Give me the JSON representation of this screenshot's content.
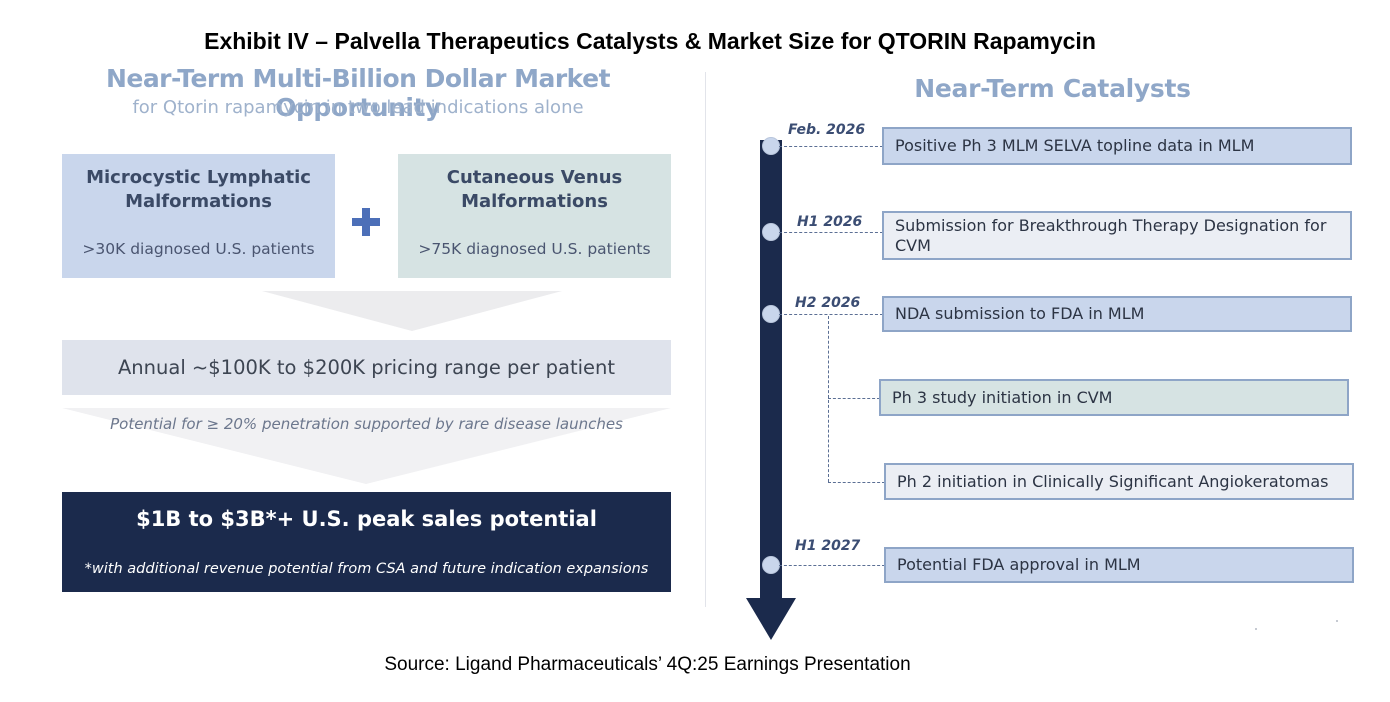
{
  "exhibit_title": "Exhibit IV – Palvella Therapeutics Catalysts & Market Size for QTORIN Rapamycin",
  "market": {
    "title": "Near-Term Multi-Billion Dollar Market Opportunity",
    "subtitle": "for Qtorin rapamycin in two lead indications alone",
    "indications": [
      {
        "name": "Microcystic Lymphatic Malformations",
        "patients": ">30K diagnosed U.S. patients"
      },
      {
        "name": "Cutaneous Venus Malformations",
        "patients": ">75K diagnosed U.S. patients"
      }
    ],
    "pricing": "Annual ~$100K to $200K pricing range per patient",
    "penetration": "Potential for ≥ 20% penetration supported by rare disease launches",
    "peak_sales": "$1B to $3B*+ U.S. peak sales potential",
    "footnote": "*with additional revenue potential from CSA and future indication expansions"
  },
  "catalysts": {
    "title": "Near-Term Catalysts",
    "events": [
      {
        "date": "Feb. 2026",
        "text": "Positive Ph 3 MLM SELVA topline data in MLM"
      },
      {
        "date": "H1 2026",
        "text": "Submission for Breakthrough Therapy Designation for CVM"
      },
      {
        "date": "H2 2026",
        "text": "NDA submission to FDA in MLM"
      },
      {
        "date": "",
        "text": "Ph 3 study initiation in CVM"
      },
      {
        "date": "",
        "text": "Ph 2 initiation in Clinically Significant Angiokeratomas"
      },
      {
        "date": "H1 2027",
        "text": "Potential FDA approval in MLM"
      }
    ]
  },
  "source": "Source: Ligand Pharmaceuticals’ 4Q:25 Earnings Presentation"
}
